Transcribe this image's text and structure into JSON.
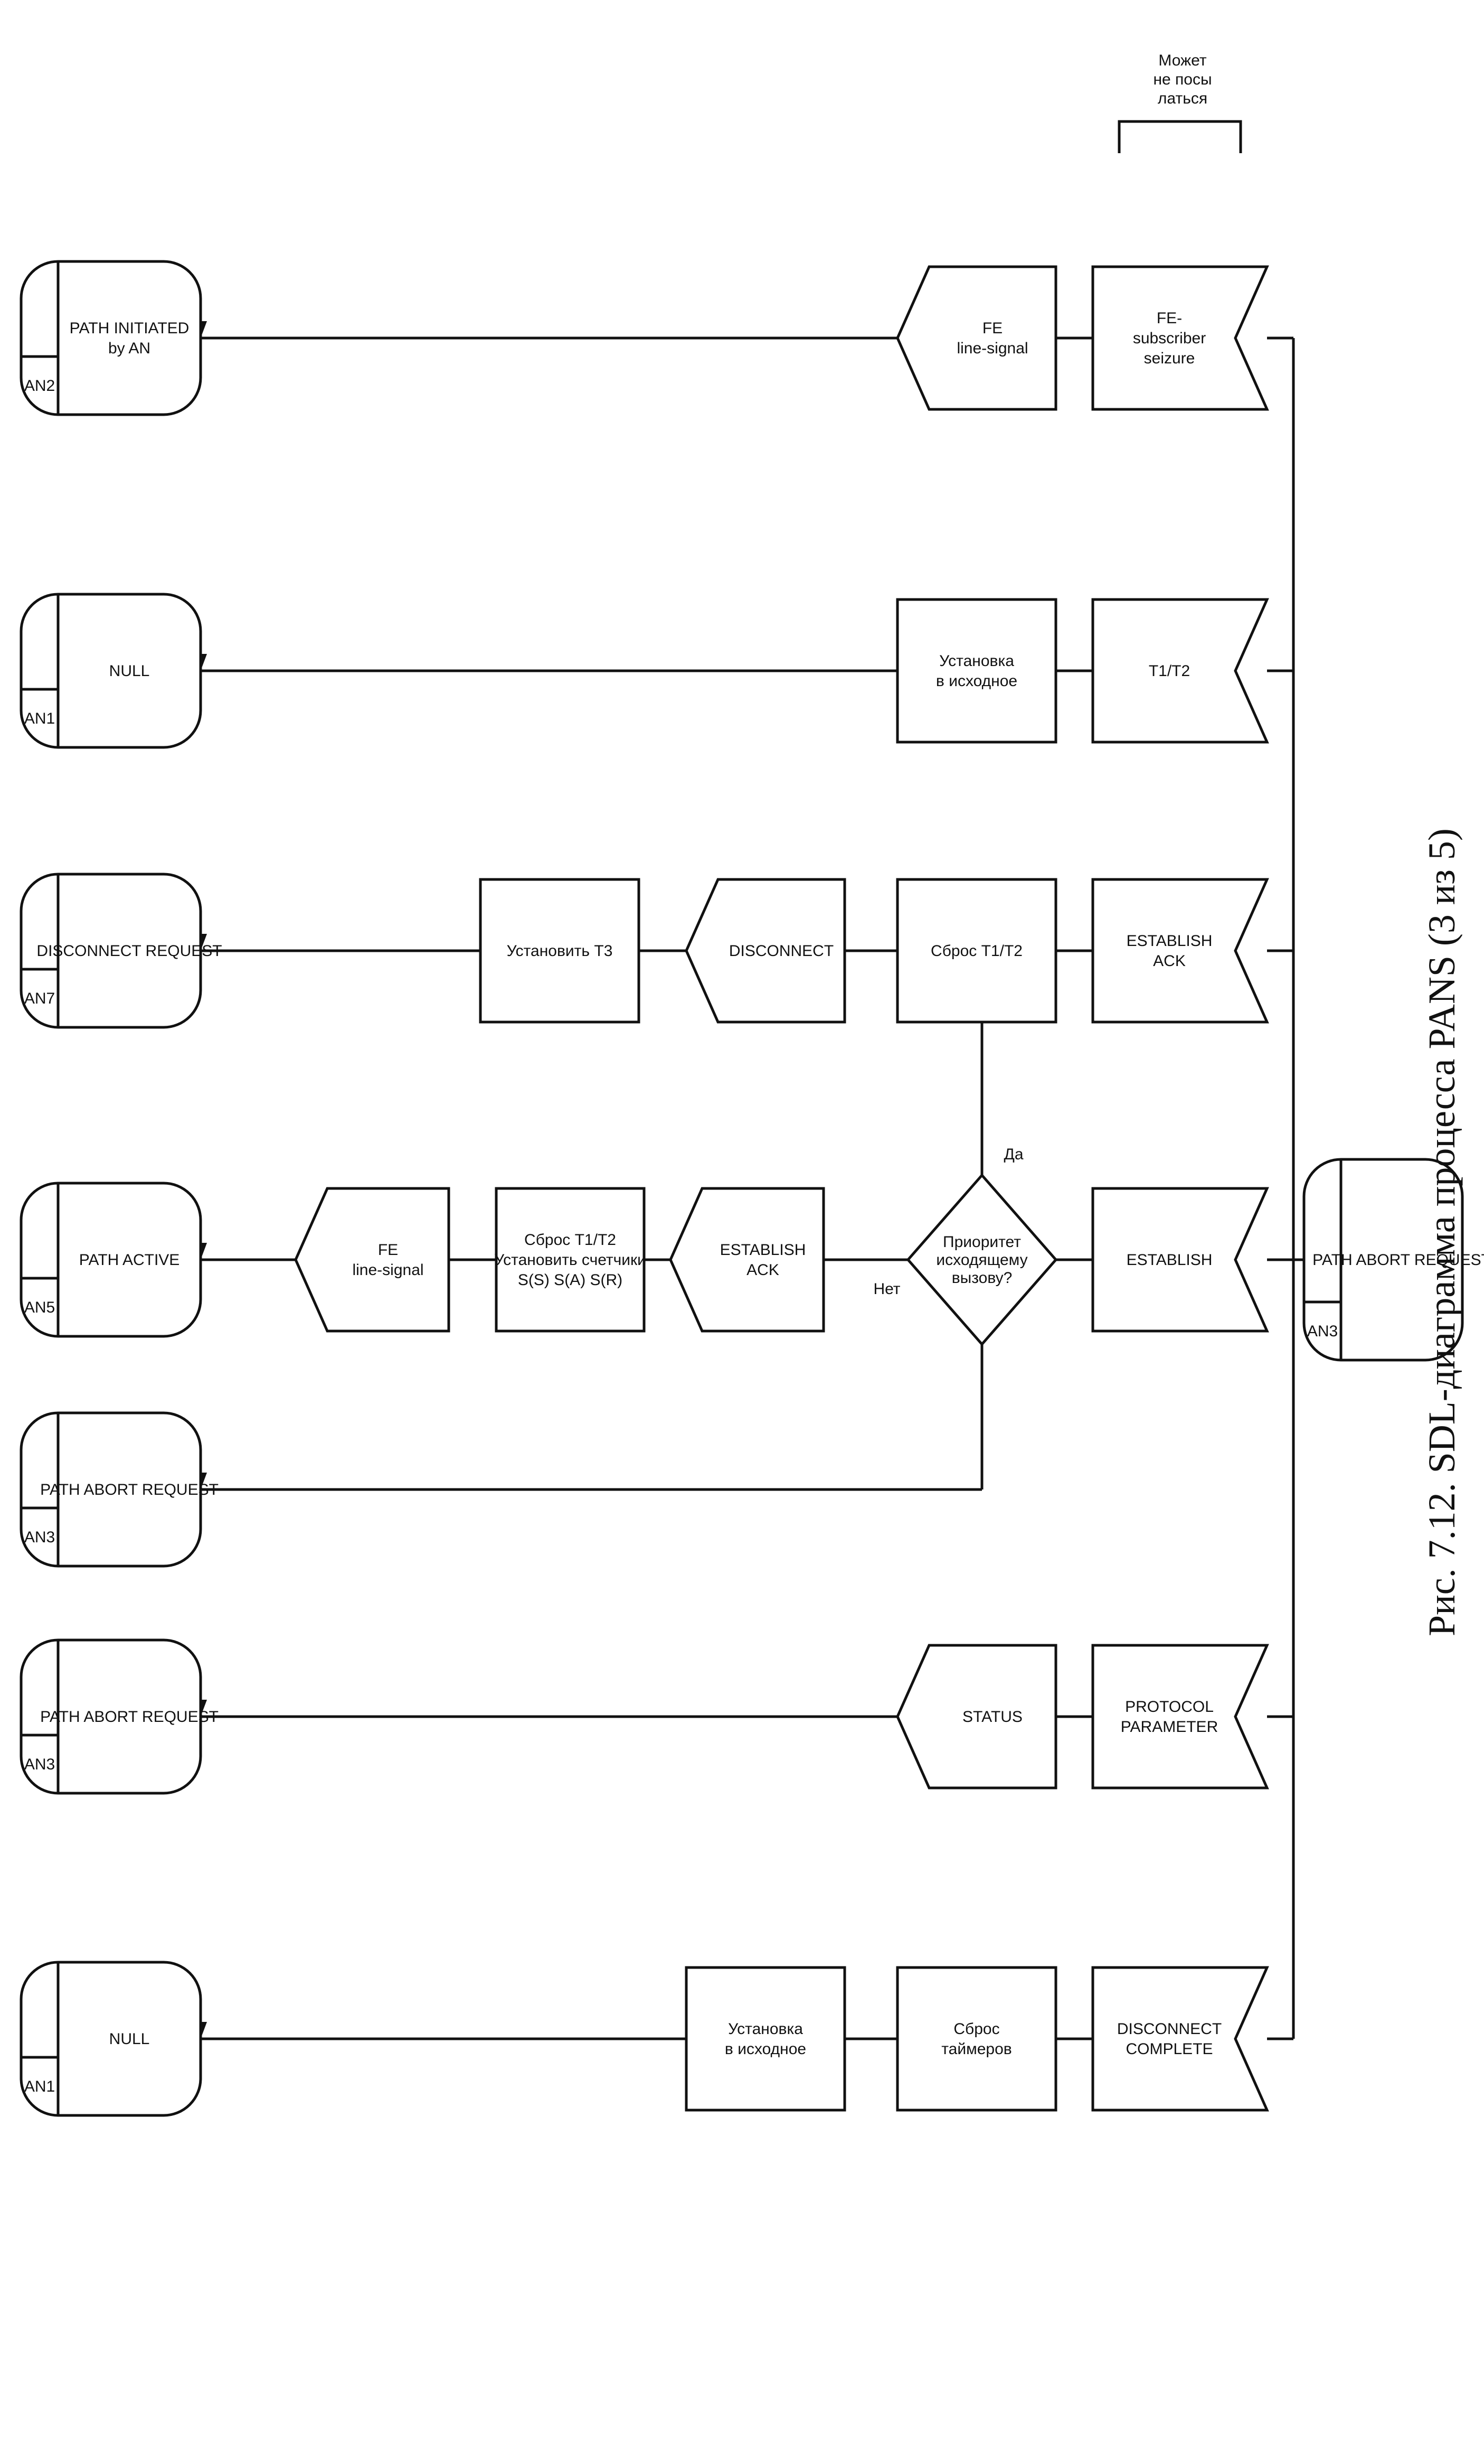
{
  "caption": "Рис. 7.12.  SDL-диаграмма процесса PANS (3 из 5)",
  "start_state": {
    "code": "AN3",
    "name": "PATH ABORT REQUEST"
  },
  "branches": [
    {
      "input": [
        "FE-",
        "subscriber",
        "seizure"
      ],
      "steps": [
        {
          "kind": "output",
          "text": [
            "FE",
            "line-signal"
          ]
        }
      ],
      "state": {
        "code": "AN2",
        "name": [
          "PATH INITIATED",
          "by AN"
        ]
      }
    },
    {
      "input": [
        "T1/T2"
      ],
      "steps": [
        {
          "kind": "task",
          "text": [
            "Установка",
            "в исходное"
          ]
        }
      ],
      "state": {
        "code": "AN1",
        "name": [
          "NULL"
        ]
      }
    },
    {
      "input": [
        "ESTABLISH",
        "ACK"
      ],
      "steps": [
        {
          "kind": "task",
          "text": [
            "Сброс T1/T2"
          ]
        },
        {
          "kind": "output",
          "text": [
            "DISCONNECT"
          ]
        },
        {
          "kind": "task",
          "text": [
            "Установить T3"
          ]
        }
      ],
      "state": {
        "code": "AN7",
        "name": [
          "DISCONNECT REQUEST"
        ]
      }
    },
    {
      "input": [
        "ESTABLISH"
      ],
      "decision": {
        "text": [
          "Приоритет",
          "исходящему",
          "вызову?"
        ],
        "yes": "Да",
        "no": "Нет"
      },
      "steps": [
        {
          "kind": "output",
          "text": [
            "ESTABLISH",
            "ACK"
          ]
        },
        {
          "kind": "task",
          "text": [
            "Сброс T1/T2",
            "Установить счетчики",
            "S(S)  S(A)  S(R)"
          ]
        },
        {
          "kind": "output",
          "text": [
            "FE",
            "line-signal"
          ]
        }
      ],
      "state": {
        "code": "AN5",
        "name": [
          "PATH ACTIVE"
        ]
      },
      "yes_state": {
        "code": "AN3",
        "name": [
          "PATH ABORT REQUEST"
        ]
      }
    },
    {
      "input": [
        "PROTOCOL",
        "PARAMETER"
      ],
      "steps": [
        {
          "kind": "output",
          "text": [
            "STATUS"
          ]
        }
      ],
      "state": {
        "code": "AN3",
        "name": [
          "PATH ABORT REQUEST"
        ]
      }
    },
    {
      "input": [
        "DISCONNECT",
        "COMPLETE"
      ],
      "steps": [
        {
          "kind": "task",
          "text": [
            "Сброс",
            "таймеров"
          ]
        },
        {
          "kind": "task",
          "text": [
            "Установка",
            "в исходное"
          ]
        }
      ],
      "state": {
        "code": "AN1",
        "name": [
          "NULL"
        ]
      }
    }
  ],
  "comment": [
    "Может",
    "не посы",
    "латься"
  ]
}
